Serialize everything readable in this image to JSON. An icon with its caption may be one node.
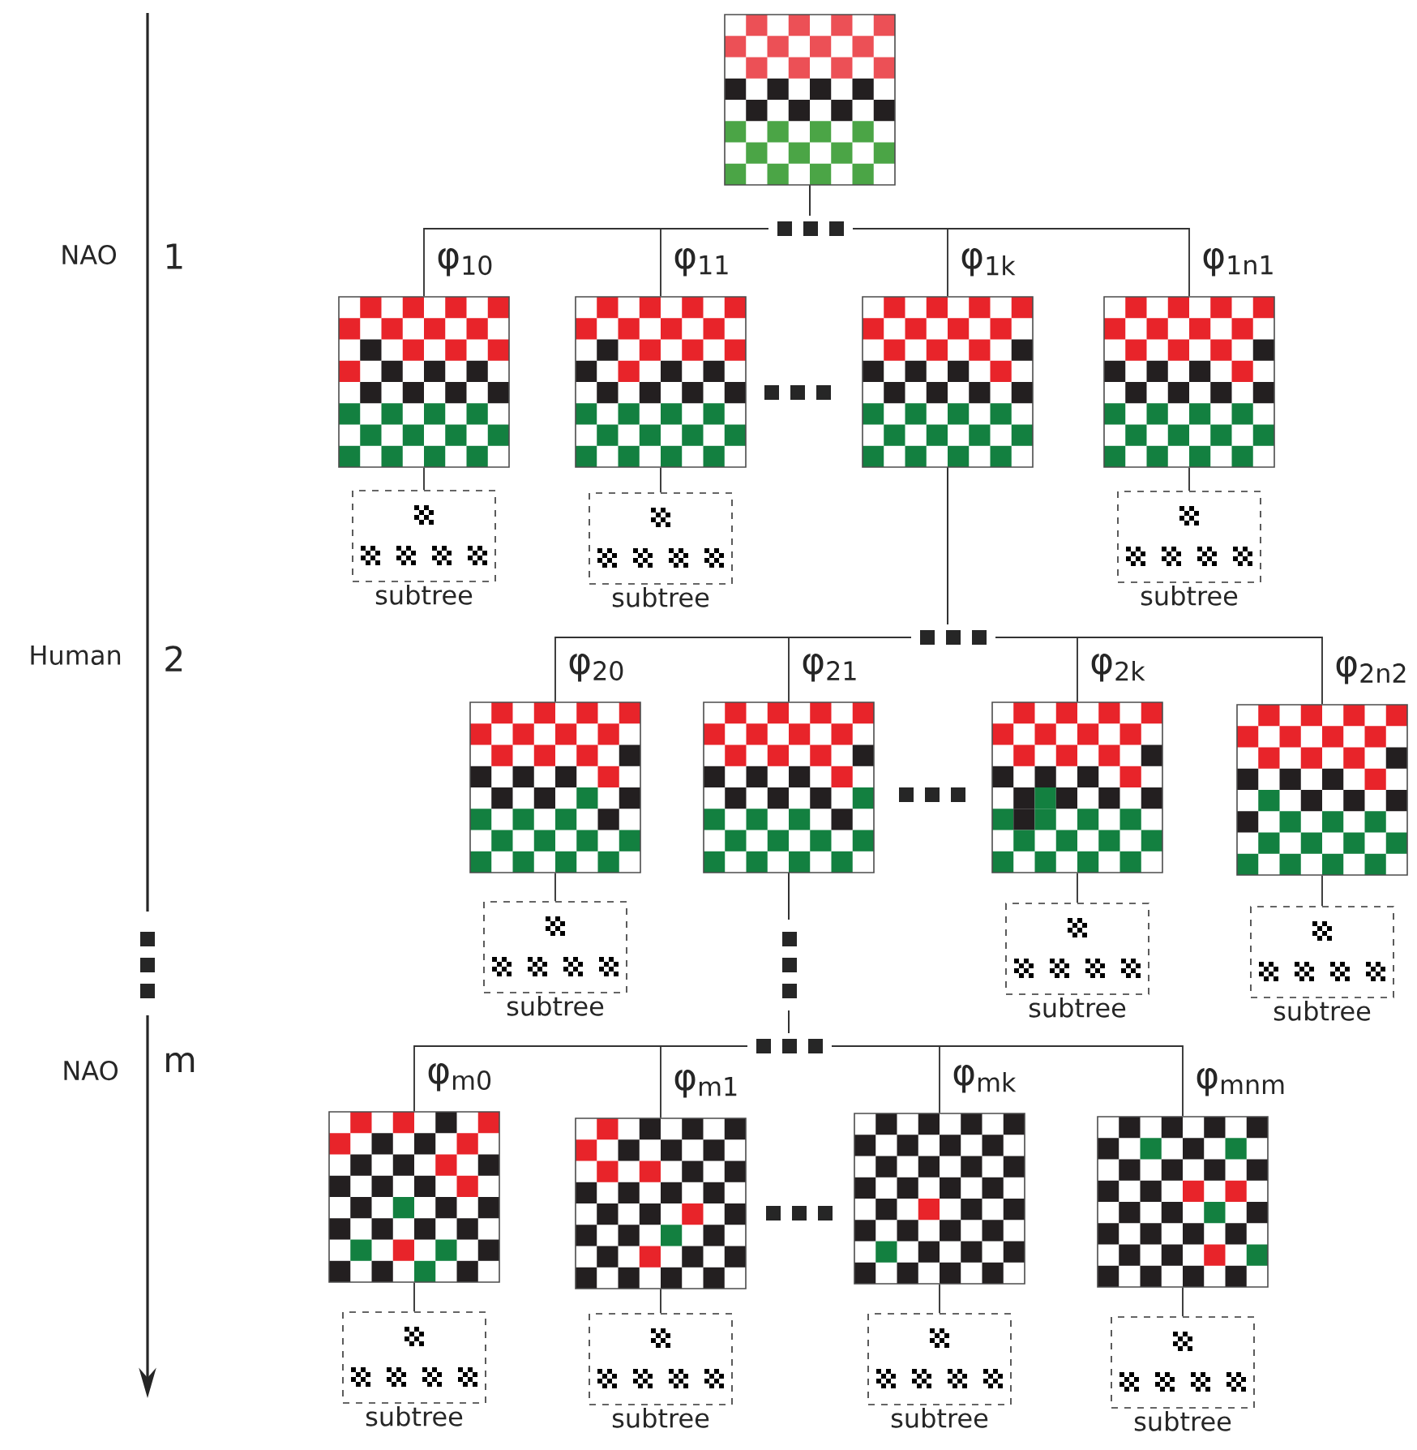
{
  "diagram": {
    "nodes": [
      {
        "text": [],
        "shape": "picture"
      },
      {
        "text": [],
        "shape": "picture"
      },
      {
        "text": [],
        "shape": "picture"
      },
      {
        "text": [],
        "shape": "picture"
      },
      {
        "text": [],
        "shape": "picture"
      },
      {
        "text": [
          "subtree"
        ]
      },
      {
        "text": [
          "subtree"
        ]
      },
      {
        "text": [
          "subtree"
        ]
      },
      {
        "text": [],
        "shape": "picture"
      },
      {
        "text": [],
        "shape": "picture"
      },
      {
        "text": [],
        "shape": "picture"
      },
      {
        "text": [],
        "shape": "picture"
      },
      {
        "text": [
          "subtree"
        ]
      },
      {
        "text": [
          "subtree"
        ]
      },
      {
        "text": [
          "subtree"
        ]
      },
      {
        "text": [],
        "shape": "picture"
      },
      {
        "text": [],
        "shape": "picture"
      },
      {
        "text": [],
        "shape": "picture"
      },
      {
        "text": [],
        "shape": "picture"
      },
      {
        "text": [
          "subtree"
        ]
      },
      {
        "text": [
          "subtree"
        ]
      },
      {
        "text": [
          "subtree"
        ]
      },
      {
        "text": [
          "subtree"
        ]
      }
    ],
    "edges": [
      {
        "from": 0,
        "to": 1,
        "arrow": "none",
        "label": "φ$_{10}$"
      },
      {
        "from": 0,
        "to": 2,
        "arrow": "none",
        "label": "φ$_{11}$"
      },
      {
        "from": 0,
        "to": 3,
        "arrow": "none",
        "label": "φ$_{1k}$"
      },
      {
        "from": 0,
        "to": 4,
        "arrow": "none",
        "label": "φ$_{1n1}$"
      },
      {
        "from": 1,
        "to": 5,
        "arrow": "none"
      },
      {
        "from": 2,
        "to": 6,
        "arrow": "none"
      },
      {
        "from": 4,
        "to": 7,
        "arrow": "none"
      },
      {
        "from": 3,
        "to": 8,
        "arrow": "none",
        "label": "φ$_{20}$"
      },
      {
        "from": 3,
        "to": 9,
        "arrow": "none",
        "label": "φ$_{21}$"
      },
      {
        "from": 3,
        "to": 10,
        "arrow": "none",
        "label": "φ$_{2k}$"
      },
      {
        "from": 3,
        "to": 11,
        "arrow": "none",
        "label": "φ$_{2n2}$"
      },
      {
        "from": 8,
        "to": 12,
        "arrow": "none"
      },
      {
        "from": 10,
        "to": 13,
        "arrow": "none"
      },
      {
        "from": 11,
        "to": 14,
        "arrow": "none"
      },
      {
        "from": 9,
        "to": 15,
        "arrow": "none",
        "label": "φ$_{m0}$"
      },
      {
        "from": 9,
        "to": 16,
        "arrow": "none",
        "label": "φ$_{m1}$"
      },
      {
        "from": 9,
        "to": 17,
        "arrow": "none",
        "label": "φ$_{mk}$"
      },
      {
        "from": 9,
        "to": 18,
        "arrow": "none",
        "label": "φ$_{mnm}$"
      },
      {
        "from": 15,
        "to": 19,
        "arrow": "none"
      },
      {
        "from": 16,
        "to": 20,
        "arrow": "none"
      },
      {
        "from": 17,
        "to": 21,
        "arrow": "none"
      },
      {
        "from": 18,
        "to": 22,
        "arrow": "none"
      }
    ],
    "labels": [
      "NAO",
      "1",
      "Human",
      "2",
      "NAO",
      "m"
    ]
  }
}
